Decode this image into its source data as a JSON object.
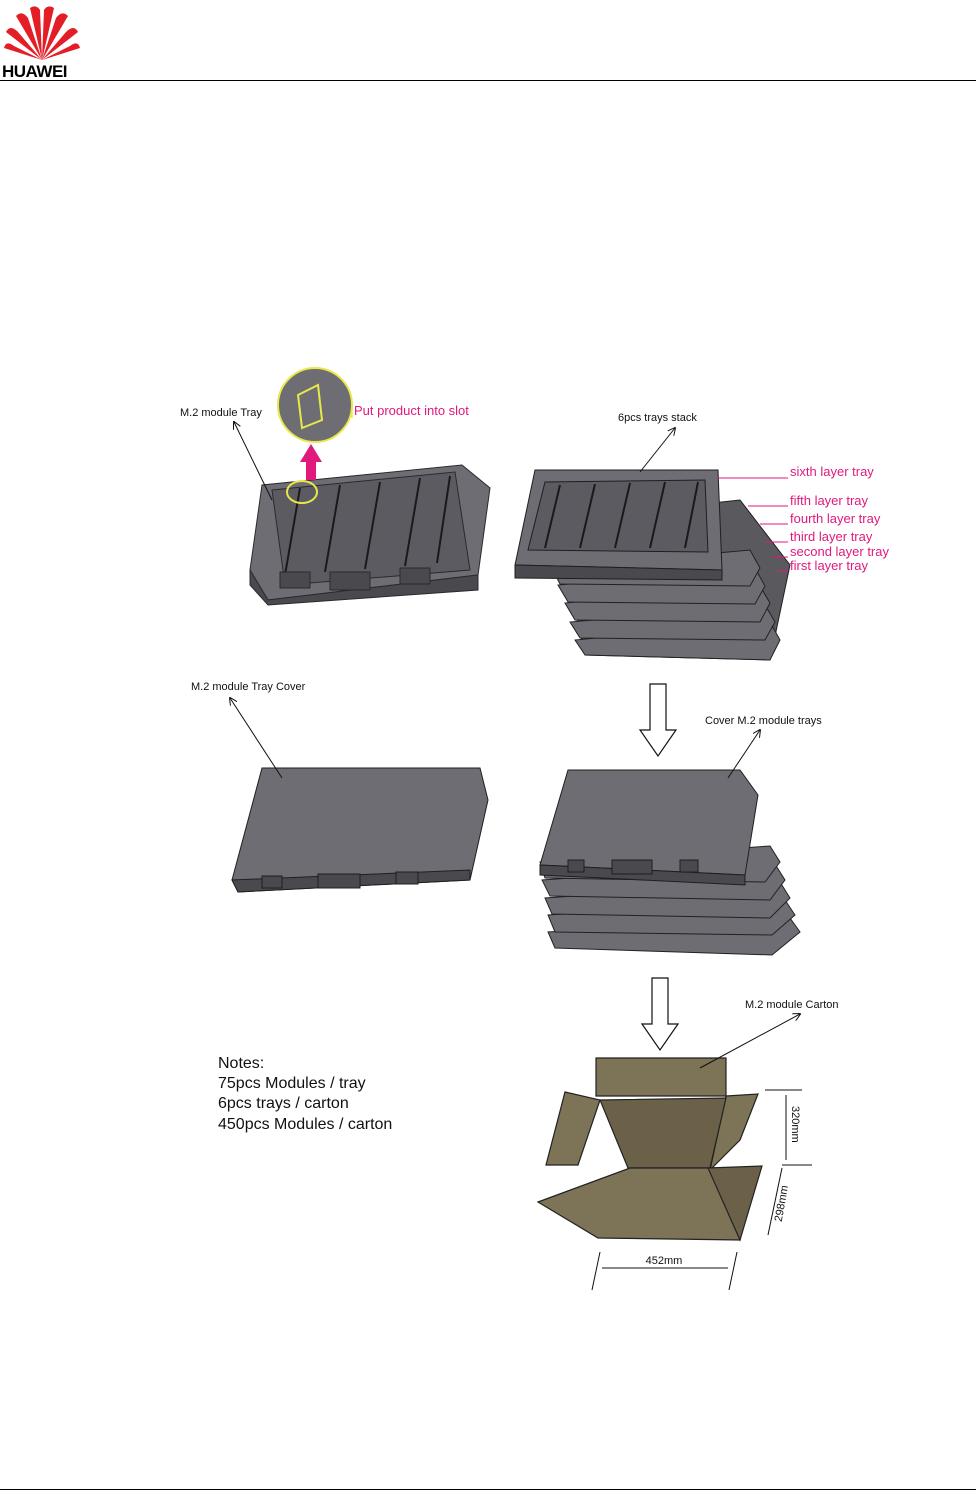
{
  "header": {
    "brand": "HUAWEI",
    "brand_color": "#e41e26"
  },
  "diagram": {
    "tray_label": "M.2 module Tray",
    "slot_label": "Put product into slot",
    "stack_label": "6pcs trays stack",
    "layers": [
      "sixth layer tray",
      "fifth   layer tray",
      "fourth layer tray",
      "third layer tray",
      "second layer tray",
      "first layer tray"
    ],
    "cover_label": "M.2 module Tray Cover",
    "cover_stack_label": "Cover M.2 module trays",
    "carton_label": "M.2 module Carton",
    "dim_height": "320mm",
    "dim_depth": "298mm",
    "dim_width": "452mm"
  },
  "notes": {
    "title": "Notes:",
    "lines": [
      "75pcs Modules / tray",
      "6pcs trays / carton",
      "450pcs Modules / carton"
    ]
  },
  "colors": {
    "tray": "#6e6d73",
    "tray_dark": "#4a494e",
    "carton": "#7d7357",
    "carton_dark": "#6a6148",
    "annotation": "#e0197d",
    "highlight": "#e8e84a"
  }
}
